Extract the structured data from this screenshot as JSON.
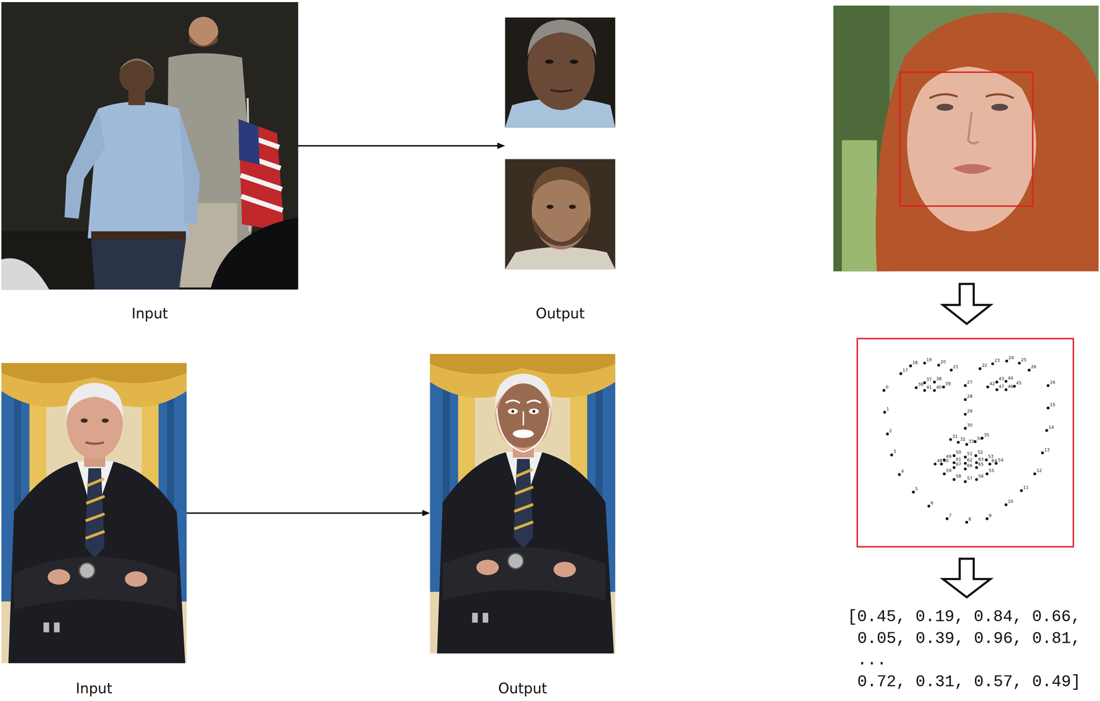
{
  "diagram": {
    "nodes": [
      {
        "text": [
          "Input"
        ]
      },
      {
        "text": [
          "Output"
        ]
      },
      {
        "text": [
          "Input"
        ]
      },
      {
        "text": [
          "Output"
        ]
      }
    ],
    "edges": [
      {
        "from": 0,
        "to": 1,
        "arrow": "to"
      },
      {
        "from": 2,
        "to": 3,
        "arrow": "to"
      }
    ],
    "labels": [
      "0",
      "1",
      "2",
      "3",
      "4",
      "5",
      "6",
      "7",
      "8",
      "9",
      "10",
      "11",
      "12",
      "13",
      "14",
      "15",
      "16",
      "17",
      "18",
      "19",
      "20",
      "21",
      "22",
      "23",
      "24",
      "25",
      "26",
      "27",
      "28",
      "29",
      "30",
      "31",
      "32",
      "33",
      "34",
      "35",
      "36",
      "37",
      "38",
      "39",
      "40",
      "41",
      "42",
      "43",
      "44",
      "45",
      "46",
      "47",
      "48",
      "49",
      "50",
      "51",
      "52",
      "53",
      "54",
      "55",
      "56",
      "57",
      "58",
      "59",
      "60",
      "61",
      "62",
      "63",
      "64",
      "65",
      "66",
      "67",
      "[0.45, 0.19, 0.84, 0.66,",
      "0.05, 0.39, 0.96, 0.81,",
      "...",
      "0.72, 0.31, 0.57, 0.49]"
    ]
  }
}
